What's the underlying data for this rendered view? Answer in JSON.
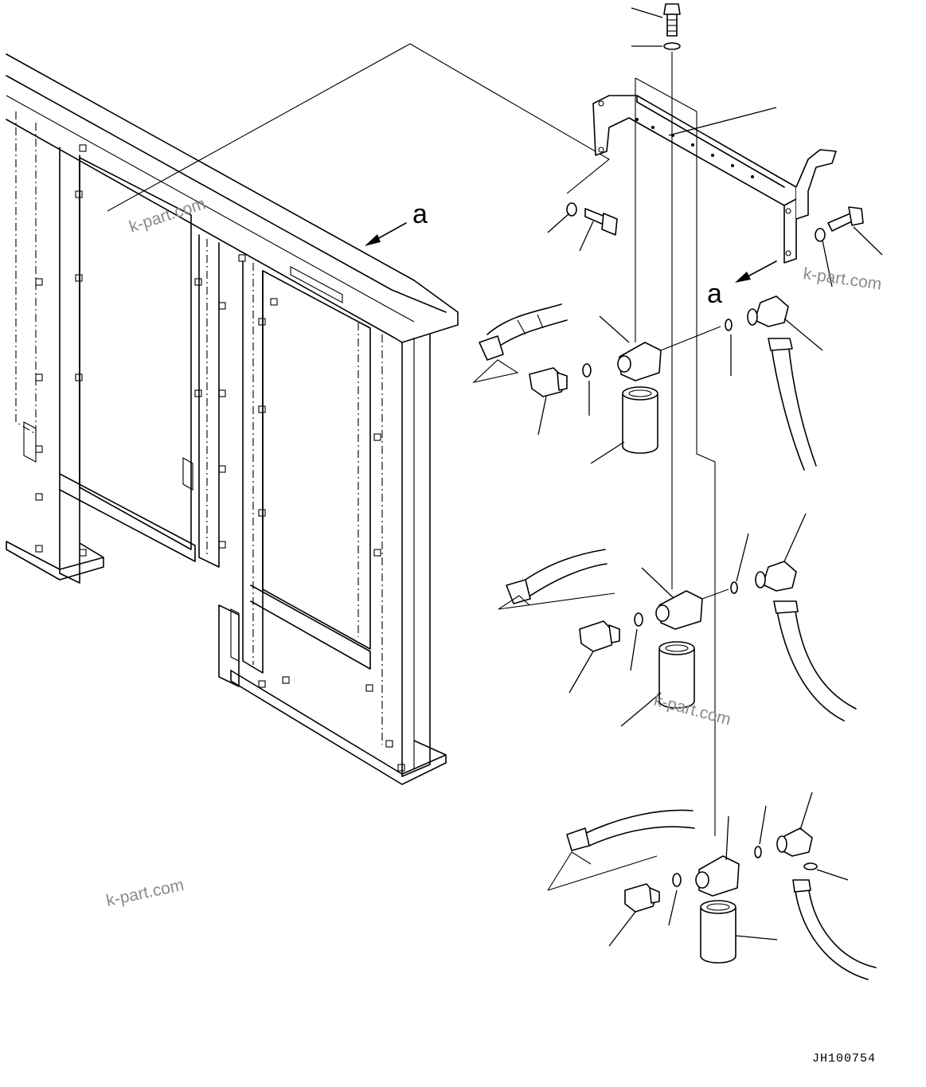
{
  "view_labels": {
    "frame_view": "a",
    "bracket_view": "a"
  },
  "watermarks": [
    "k-part.com",
    "k-part.com",
    "k-part.com",
    "k-part.com"
  ],
  "drawing_code": "JH100754"
}
